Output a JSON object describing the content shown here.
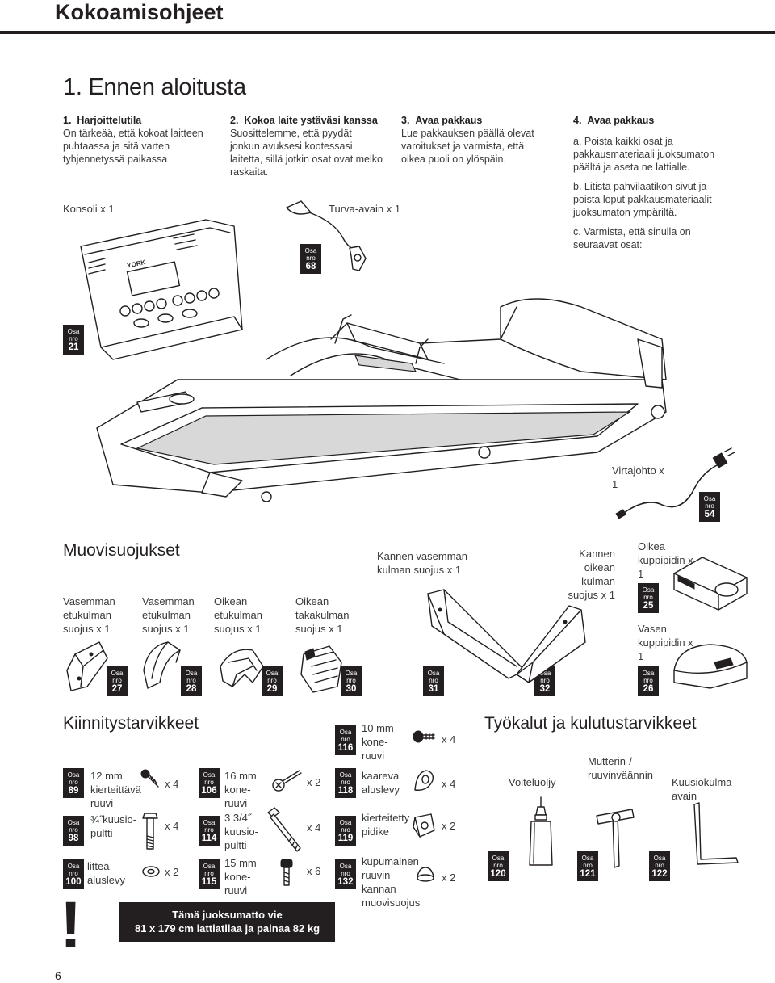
{
  "header": {
    "title": "Kokoamisohjeet"
  },
  "section_title": "1. Ennen aloitusta",
  "steps": [
    {
      "num": "1.",
      "head": "Harjoittelutila",
      "text": "On tärkeää, että kokoat laitteen puhtaassa ja sitä varten tyhjennetyssä paikassa"
    },
    {
      "num": "2.",
      "head": "Kokoa laite ystäväsi kanssa",
      "text": "Suosittelemme, että pyydät jonkun avuksesi kootessasi laitetta, sillä jotkin osat ovat melko raskaita."
    },
    {
      "num": "3.",
      "head": "Avaa pakkaus",
      "text": "Lue pakkauksen päällä olevat varoitukset ja varmista, että oikea puoli on ylöspäin."
    },
    {
      "num": "4.",
      "head": "Avaa pakkaus",
      "a": "a. Poista kaikki osat ja pakkausmateriaali juoksumaton päältä ja aseta ne lattialle.",
      "b": "b. Litistä pahvilaatikon sivut ja poista loput pakkausmateriaalit juoksumaton ympäriltä.",
      "c": "c. Varmista, että sinulla on seuraavat osat:"
    }
  ],
  "badge_text": {
    "line1": "Osa",
    "line2": "nro"
  },
  "console": {
    "label": "Konsoli  x 1",
    "part": "21",
    "brand": "YORK"
  },
  "safety_key": {
    "label": "Turva-avain  x 1",
    "part": "68"
  },
  "power_cord": {
    "label": "Virtajohto x 1",
    "part": "54"
  },
  "covers": {
    "title": "Muovisuojukset",
    "items": [
      {
        "label": "Vasemman etukulman suojus x 1",
        "part": "27"
      },
      {
        "label": "Vasemman etukulman suojus x 1",
        "part": "28"
      },
      {
        "label": "Oikean etukulman suojus x 1",
        "part": "29"
      },
      {
        "label": "Oikean takakulman suojus x 1",
        "part": "30"
      },
      {
        "label": "Kannen vasemman kulman suojus x 1",
        "part": "31"
      },
      {
        "label": "Kannen oikean kulman suojus x 1",
        "part": "32"
      },
      {
        "label": "Oikea kuppipidin x 1",
        "part": "25"
      },
      {
        "label": "Vasen kuppipidin x 1",
        "part": "26"
      }
    ]
  },
  "fasteners": {
    "title": "Kiinnitystarvikkeet",
    "items": [
      {
        "part": "89",
        "label": "12 mm kierteittävä ruuvi",
        "qty": "x 4"
      },
      {
        "part": "98",
        "label": "¾˝kuusio-pultti",
        "qty": "x 4"
      },
      {
        "part": "100",
        "label": "litteä aluslevy",
        "qty": "x 2"
      },
      {
        "part": "106",
        "label": "16 mm kone-ruuvi",
        "qty": "x 2"
      },
      {
        "part": "114",
        "label": "3 3/4˝ kuusio-pultti",
        "qty": "x 4"
      },
      {
        "part": "115",
        "label": "15 mm kone-ruuvi",
        "qty": "x 6"
      },
      {
        "part": "116",
        "label": "10 mm kone-ruuvi",
        "qty": "x 4"
      },
      {
        "part": "118",
        "label": "kaareva aluslevy",
        "qty": "x 4"
      },
      {
        "part": "119",
        "label": "kierteitetty pidike",
        "qty": "x 2"
      },
      {
        "part": "132",
        "label": "kupumainen ruuvin-kannan muovisuojus",
        "qty": "x 2"
      }
    ]
  },
  "tools": {
    "title": "Työkalut ja kulutustarvikkeet",
    "items": [
      {
        "part": "120",
        "label": "Voiteluöljy"
      },
      {
        "part": "121",
        "label": "Mutterin-/ ruuvinväännin"
      },
      {
        "part": "122",
        "label": "Kuusiokulma-avain"
      }
    ]
  },
  "warning": {
    "line1": "Tämä juoksumatto vie",
    "line2": "81 x 179 cm lattiatilaa ja painaa 82 kg",
    "mark": "!"
  },
  "page_number": "6"
}
